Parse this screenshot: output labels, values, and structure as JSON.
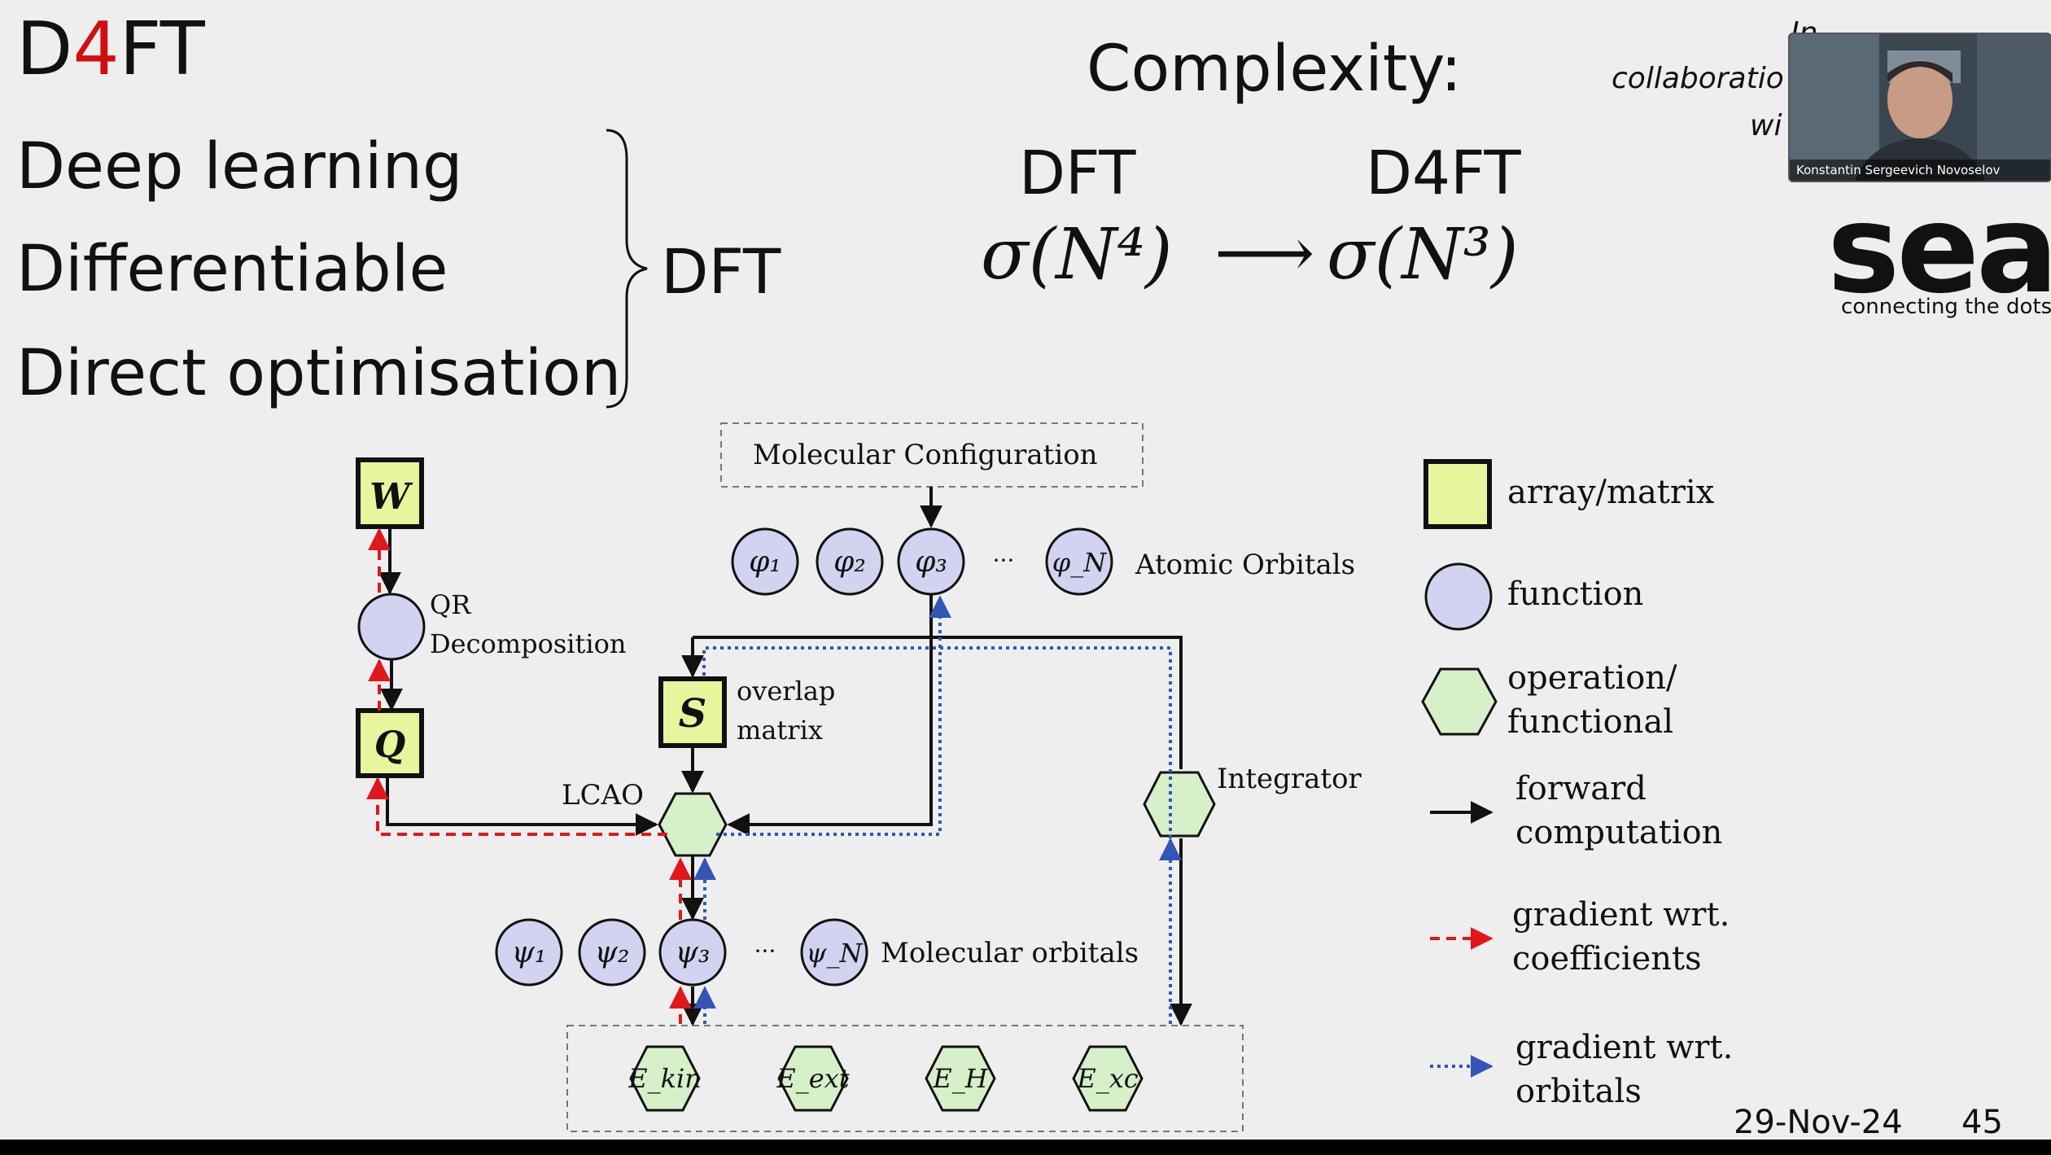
{
  "slide": {
    "title": {
      "prefix": "D",
      "accent": "4",
      "suffix": "FT"
    },
    "bullets": [
      "Deep learning",
      "Differentiable",
      "Direct optimisation"
    ],
    "brace_label": "DFT",
    "complexity": {
      "label": "Complexity:",
      "from_label": "DFT",
      "to_label": "D4FT",
      "from_order": "σ(N⁴)",
      "arrow": "⟶",
      "to_order": "σ(N³)"
    },
    "collaboration": {
      "line1": "In",
      "line2": "collaboratio",
      "line3": "wi"
    },
    "video": {
      "name": "Konstantin Sergeevich Novoselov"
    },
    "logo": {
      "text": "sea",
      "tagline": "connecting the dots"
    },
    "footer": {
      "date": "29-Nov-24",
      "page": "45"
    }
  },
  "diagram": {
    "molecular_configuration": "Molecular Configuration",
    "atomic_orbitals_label": "Atomic Orbitals",
    "atomic_orbitals": [
      "φ₁",
      "φ₂",
      "φ₃",
      "φ_N"
    ],
    "ellipsis": "···",
    "w_label": "W",
    "qr_label_1": "QR",
    "qr_label_2": "Decomposition",
    "q_label": "Q",
    "s_label": "S",
    "overlap_1": "overlap",
    "overlap_2": "matrix",
    "lcao": "LCAO",
    "integrator": "Integrator",
    "molecular_orbitals_label": "Molecular orbitals",
    "molecular_orbitals": [
      "ψ₁",
      "ψ₂",
      "ψ₃",
      "ψ_N"
    ],
    "energies": [
      "E_kin",
      "E_ext",
      "E_H",
      "E_xc"
    ]
  },
  "legend": [
    {
      "label_1": "array/matrix",
      "label_2": ""
    },
    {
      "label_1": "function",
      "label_2": ""
    },
    {
      "label_1": "operation/",
      "label_2": "functional"
    },
    {
      "label_1": "forward",
      "label_2": "computation"
    },
    {
      "label_1": "gradient wrt.",
      "label_2": "coefficients"
    },
    {
      "label_1": "gradient wrt.",
      "label_2": "orbitals"
    }
  ],
  "colors": {
    "matrix_fill": "#e9f59c",
    "function_fill": "#d2d3f0",
    "operation_fill": "#d6f0c9",
    "gradient_coefficients": "#e0171b",
    "gradient_orbitals": "#3355b8",
    "title_accent": "#d01010"
  }
}
